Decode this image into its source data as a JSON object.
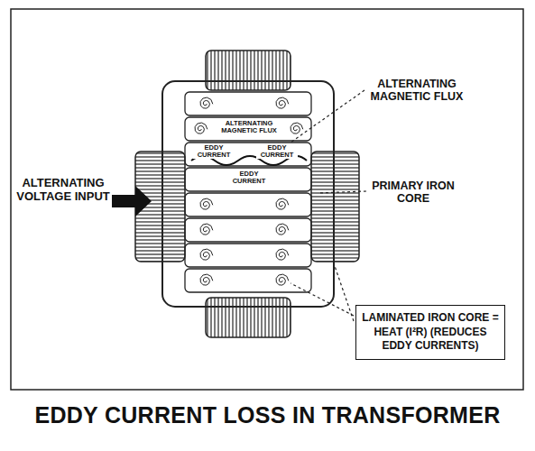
{
  "diagram": {
    "title": "EDDY CURRENT LOSS IN TRANSFORMER",
    "nodes": [
      {
        "text": [
          "LAMINATED IRON CORE = HEAT (I²R) (REDUCES EDDY CURRENTS)"
        ]
      }
    ],
    "edges": [],
    "labels": [
      "ALTERNATING MAGNETIC FLUX",
      "ALTERNATING VOLTAGE INPUT",
      "ALTERNATING MAGNETIC FLUX",
      "EDDY CURRENT",
      "EDDY CURRENT",
      "EDDY CURRENT",
      "PRIMARY IRON CORE"
    ]
  }
}
